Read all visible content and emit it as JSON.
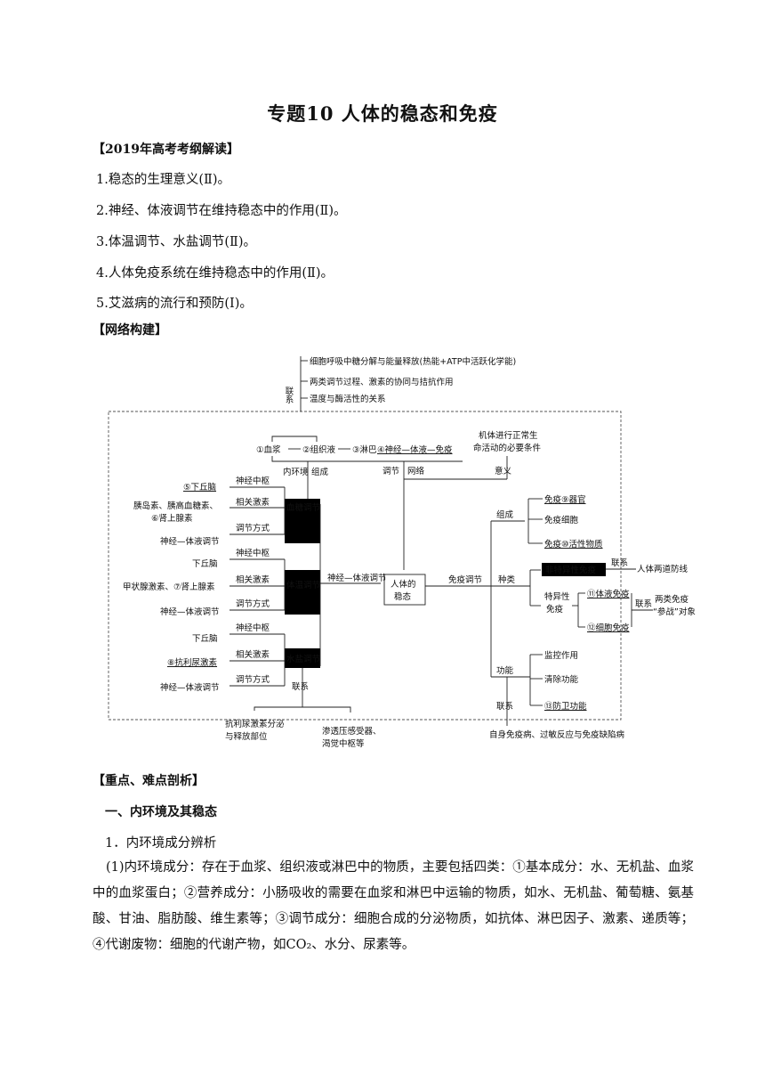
{
  "title": "专题10  人体的稳态和免疫",
  "sections": {
    "outline_heading": "【2019年高考考纲解读】",
    "outline_items": [
      "1.稳态的生理意义(Ⅱ)。",
      "2.神经、体液调节在维持稳态中的作用(Ⅱ)。",
      "3.体温调节、水盐调节(Ⅱ)。",
      "4.人体免疫系统在维持稳态中的作用(Ⅱ)。",
      "5.艾滋病的流行和预防(Ⅰ)。"
    ],
    "network_heading": "【网络构建】",
    "key_heading": "【重点、难点剖析】",
    "part1_heading": "一、内环境及其稳态",
    "point1_heading": "1．内环境成分辨析",
    "paragraph": "(1)内环境成分：存在于血浆、组织液或淋巴中的物质，主要包括四类：①基本成分：水、无机盐、血浆中的血浆蛋白；②营养成分：小肠吸收的需要在血浆和淋巴中运输的物质，如水、无机盐、葡萄糖、氨基酸、甘油、脂肪酸、维生素等；③调节成分：细胞合成的分泌物质，如抗体、淋巴因子、激素、递质等；④代谢废物：细胞的代谢产物，如CO₂、水分、尿素等。"
  },
  "diagram": {
    "top_links": [
      "细胞呼吸中糖分解与能量释放(热能+ATP中活跃化学能)",
      "两类调节过程、激素的协同与拮抗作用",
      "温度与酶活性的关系"
    ],
    "top_link_label": "联系",
    "components": [
      "①血浆",
      "②组织液",
      "③淋巴"
    ],
    "mechanism": "④神经—体液—免疫",
    "significance": [
      "机体进行正常生",
      "命活动的必要条件"
    ],
    "label_internal": "内环境",
    "label_composition": "组成",
    "label_regulation": "调节",
    "label_network": "网络",
    "label_meaning": "意义",
    "center": [
      "人体的",
      "稳态"
    ],
    "center_left_label": "神经—体液调节",
    "center_right_label": "免疫调节",
    "sugar_box": "血糖调节",
    "temp_box": "体温调节",
    "water_box": "水盐调节",
    "nerve_center": "神经中枢",
    "related_hormone": "相关激素",
    "regulation_method": "调节方式",
    "sugar_center": "⑤下丘脑",
    "sugar_hormone": [
      "胰岛素、胰高血糖素、",
      "⑥肾上腺素"
    ],
    "sugar_method": "神经—体液调节",
    "temp_center": "下丘脑",
    "temp_hormone": "甲状腺激素、⑦肾上腺素",
    "temp_method": "神经—体液调节",
    "water_center": "下丘脑",
    "water_hormone": "⑧抗利尿激素",
    "water_method": "神经—体液调节",
    "water_link": "联系",
    "bottom_left": [
      "抗利尿激素分泌",
      "与释放部位"
    ],
    "bottom_mid": [
      "渗透压感受器、",
      "渴觉中枢等"
    ],
    "immune_composition": "组成",
    "immune_parts": [
      "免疫⑨器官",
      "免疫细胞",
      "免疫⑩活性物质"
    ],
    "immune_type": "种类",
    "nonspecific": "非特异性免疫",
    "nonspecific_link": "联系",
    "two_defense": "人体两道防线",
    "specific": [
      "特异性",
      "免疫"
    ],
    "humoral": "⑪体液免疫",
    "cellular": "⑫细胞免疫",
    "specific_link": "联系",
    "battle": [
      "两类免疫",
      "“参战”对象"
    ],
    "immune_function": "功能",
    "functions": [
      "监控作用",
      "清除功能",
      "⑬防卫功能"
    ],
    "function_link": "联系",
    "disease": "自身免疫病、过敏反应与免疫缺陷病"
  }
}
